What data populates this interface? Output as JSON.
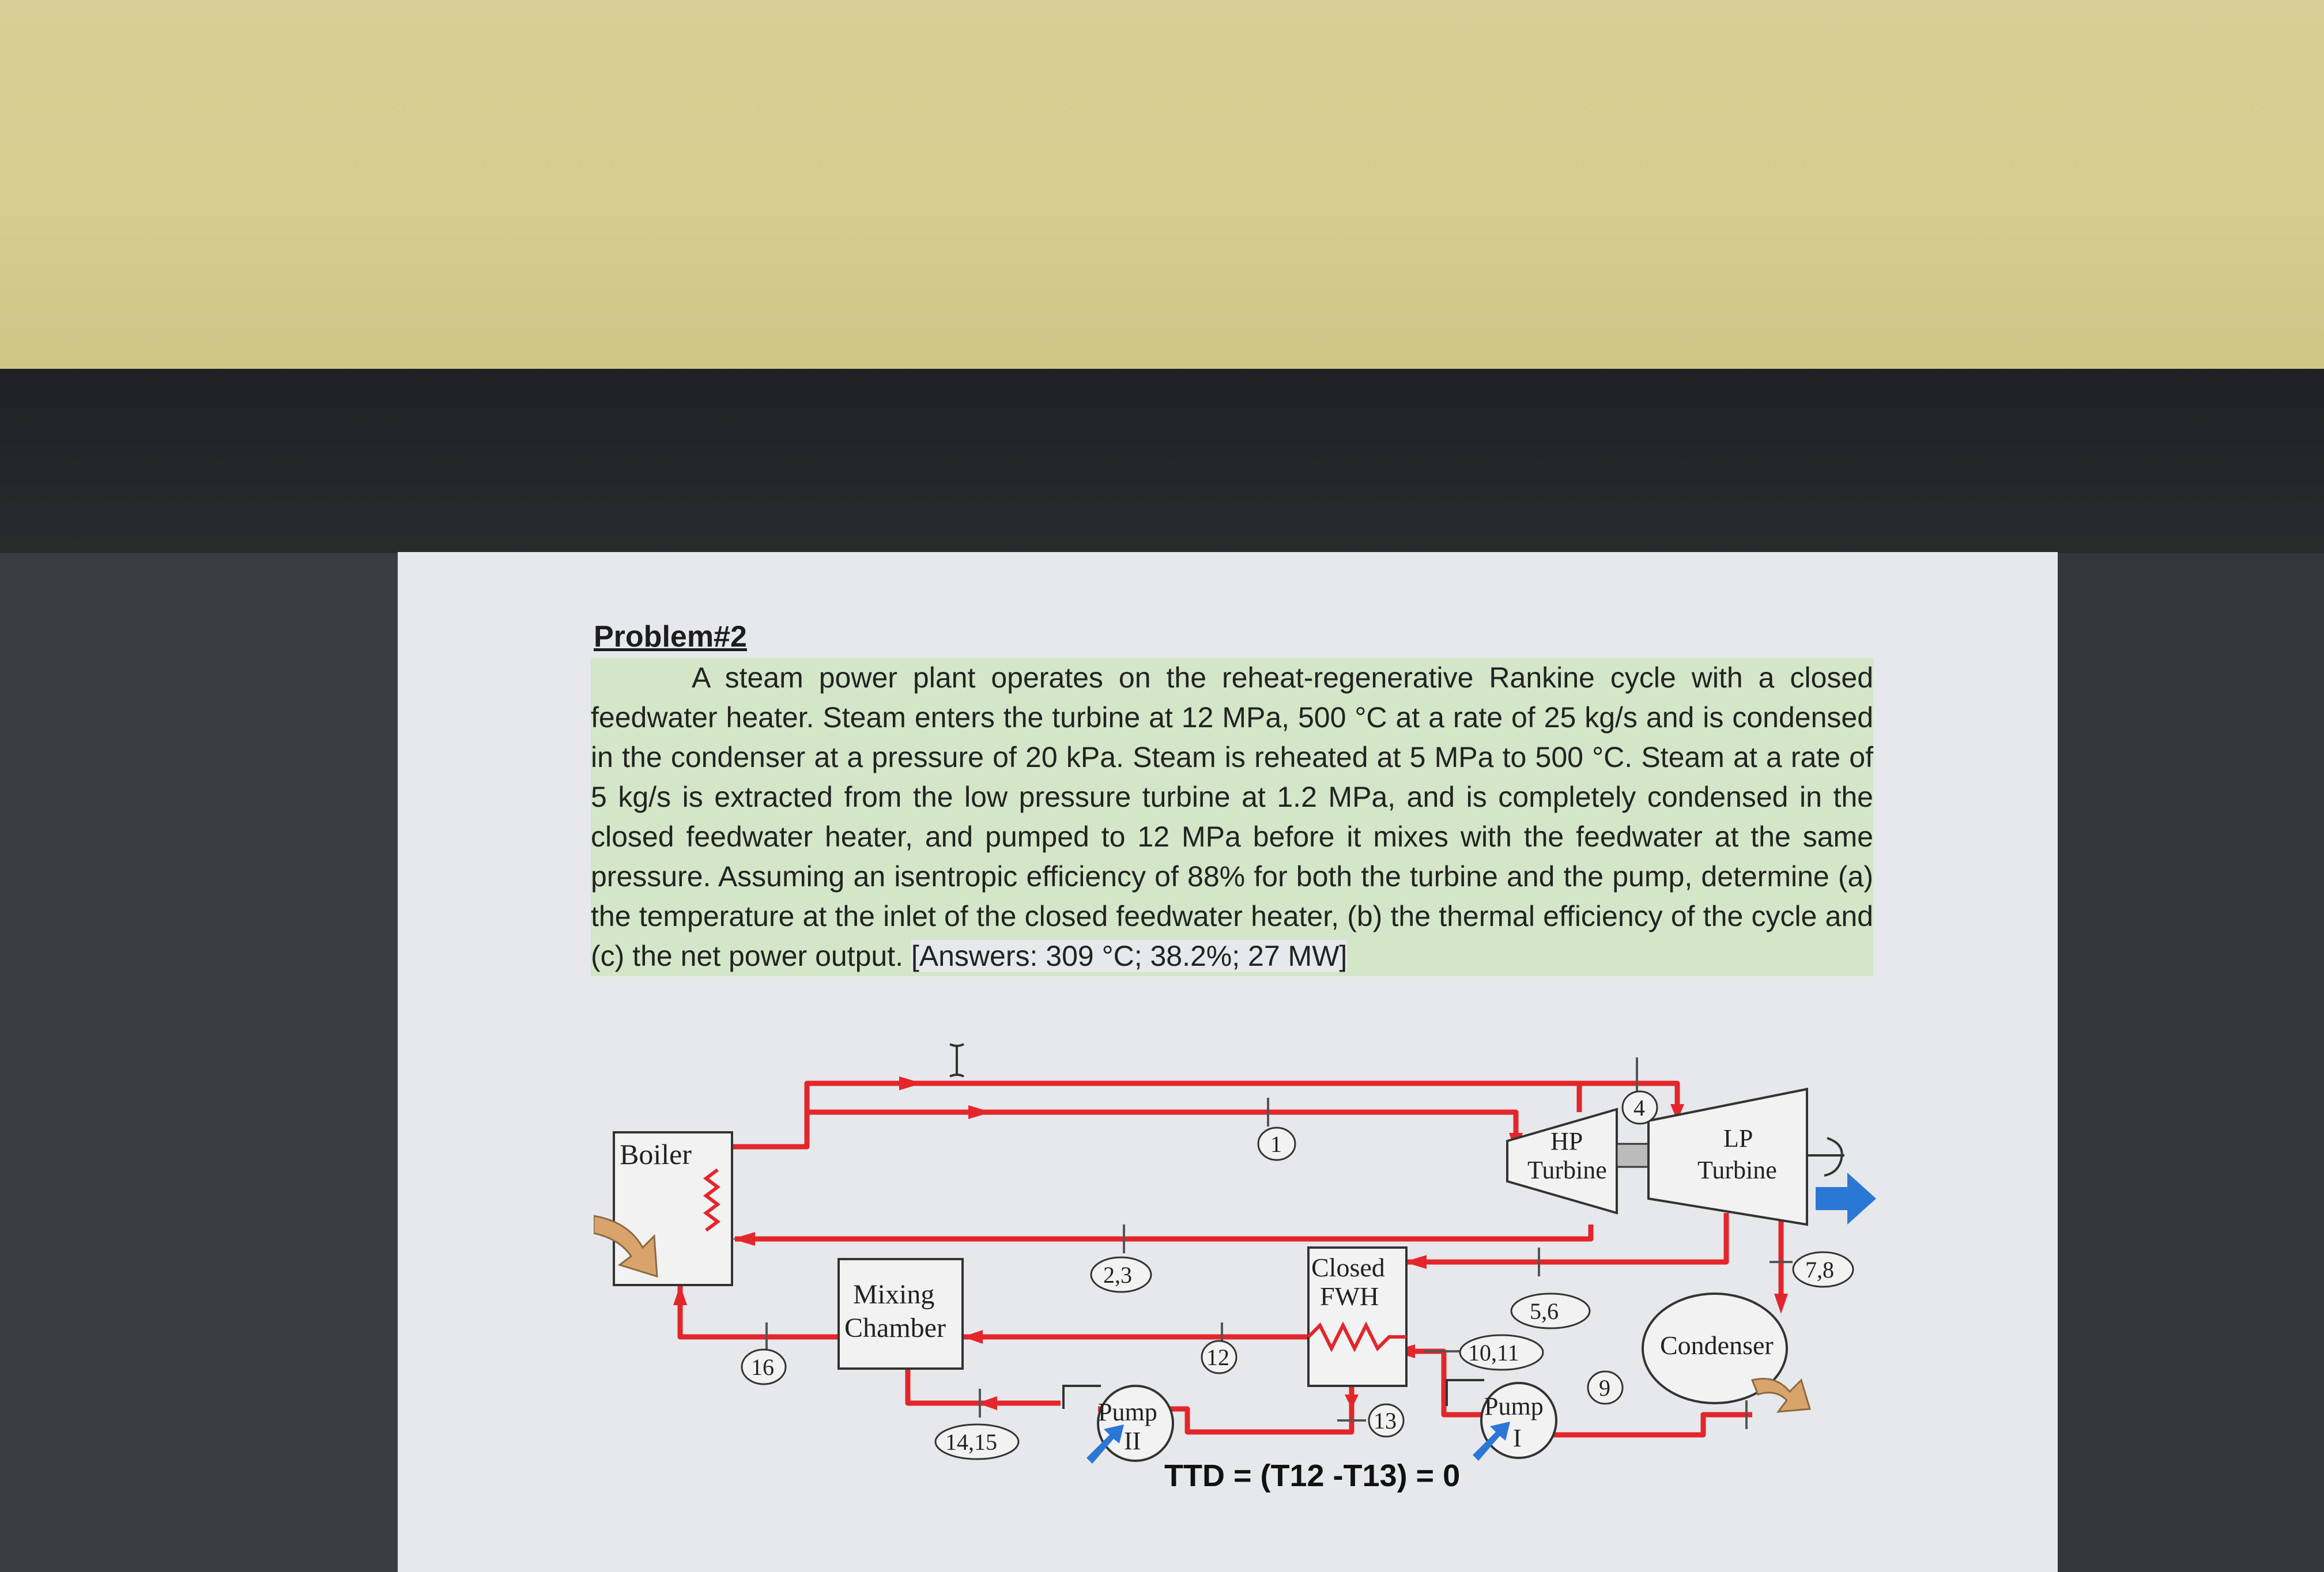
{
  "problem": {
    "title": "Problem#2",
    "body": "A steam power plant operates on the reheat-regenerative Rankine cycle with a closed feedwater heater. Steam enters the turbine at 12 MPa, 500 °C at a rate of 25 kg/s and is condensed in the condenser at a pressure of 20 kPa. Steam is reheated at 5 MPa to 500 °C. Steam at a rate of 5 kg/s is extracted from the low pressure turbine at 1.2 MPa, and is completely condensed in the closed feedwater heater, and pumped to 12 MPa before it mixes with the feedwater at the same pressure. Assuming an isentropic efficiency of 88% for both the turbine and the pump, determine (a) the temperature at the inlet of the closed feedwater heater, (b) the thermal efficiency of the cycle and (c) the net power output.",
    "answers": "[Answers: 309 °C;  38.2%;  27 MW]"
  },
  "diagram": {
    "components": {
      "boiler": "Boiler",
      "mixing_chamber_line1": "Mixing",
      "mixing_chamber_line2": "Chamber",
      "closed_fwh_line1": "Closed",
      "closed_fwh_line2": "FWH",
      "hp_turbine_line1": "HP",
      "hp_turbine_line2": "Turbine",
      "lp_turbine_line1": "LP",
      "lp_turbine_line2": "Turbine",
      "condenser": "Condenser",
      "pump_two_line1": "Pump",
      "pump_two_line2": "II",
      "pump_one_line1": "Pump",
      "pump_one_line2": "I"
    },
    "states": {
      "s1": "1",
      "s23": "2,3",
      "s4": "4",
      "s56": "5,6",
      "s78": "7,8",
      "s9": "9",
      "s1011": "10,11",
      "s12": "12",
      "s13": "13",
      "s1415": "14,15",
      "s16": "16"
    },
    "ttd_equation": "TTD = (T12 -T13) = 0",
    "colors": {
      "pipe": "#e3262b",
      "heat_arrow": "#d9a46b",
      "work_arrow": "#2b77d6",
      "box_fill": "#f2f2f2",
      "outline": "#333333"
    }
  }
}
